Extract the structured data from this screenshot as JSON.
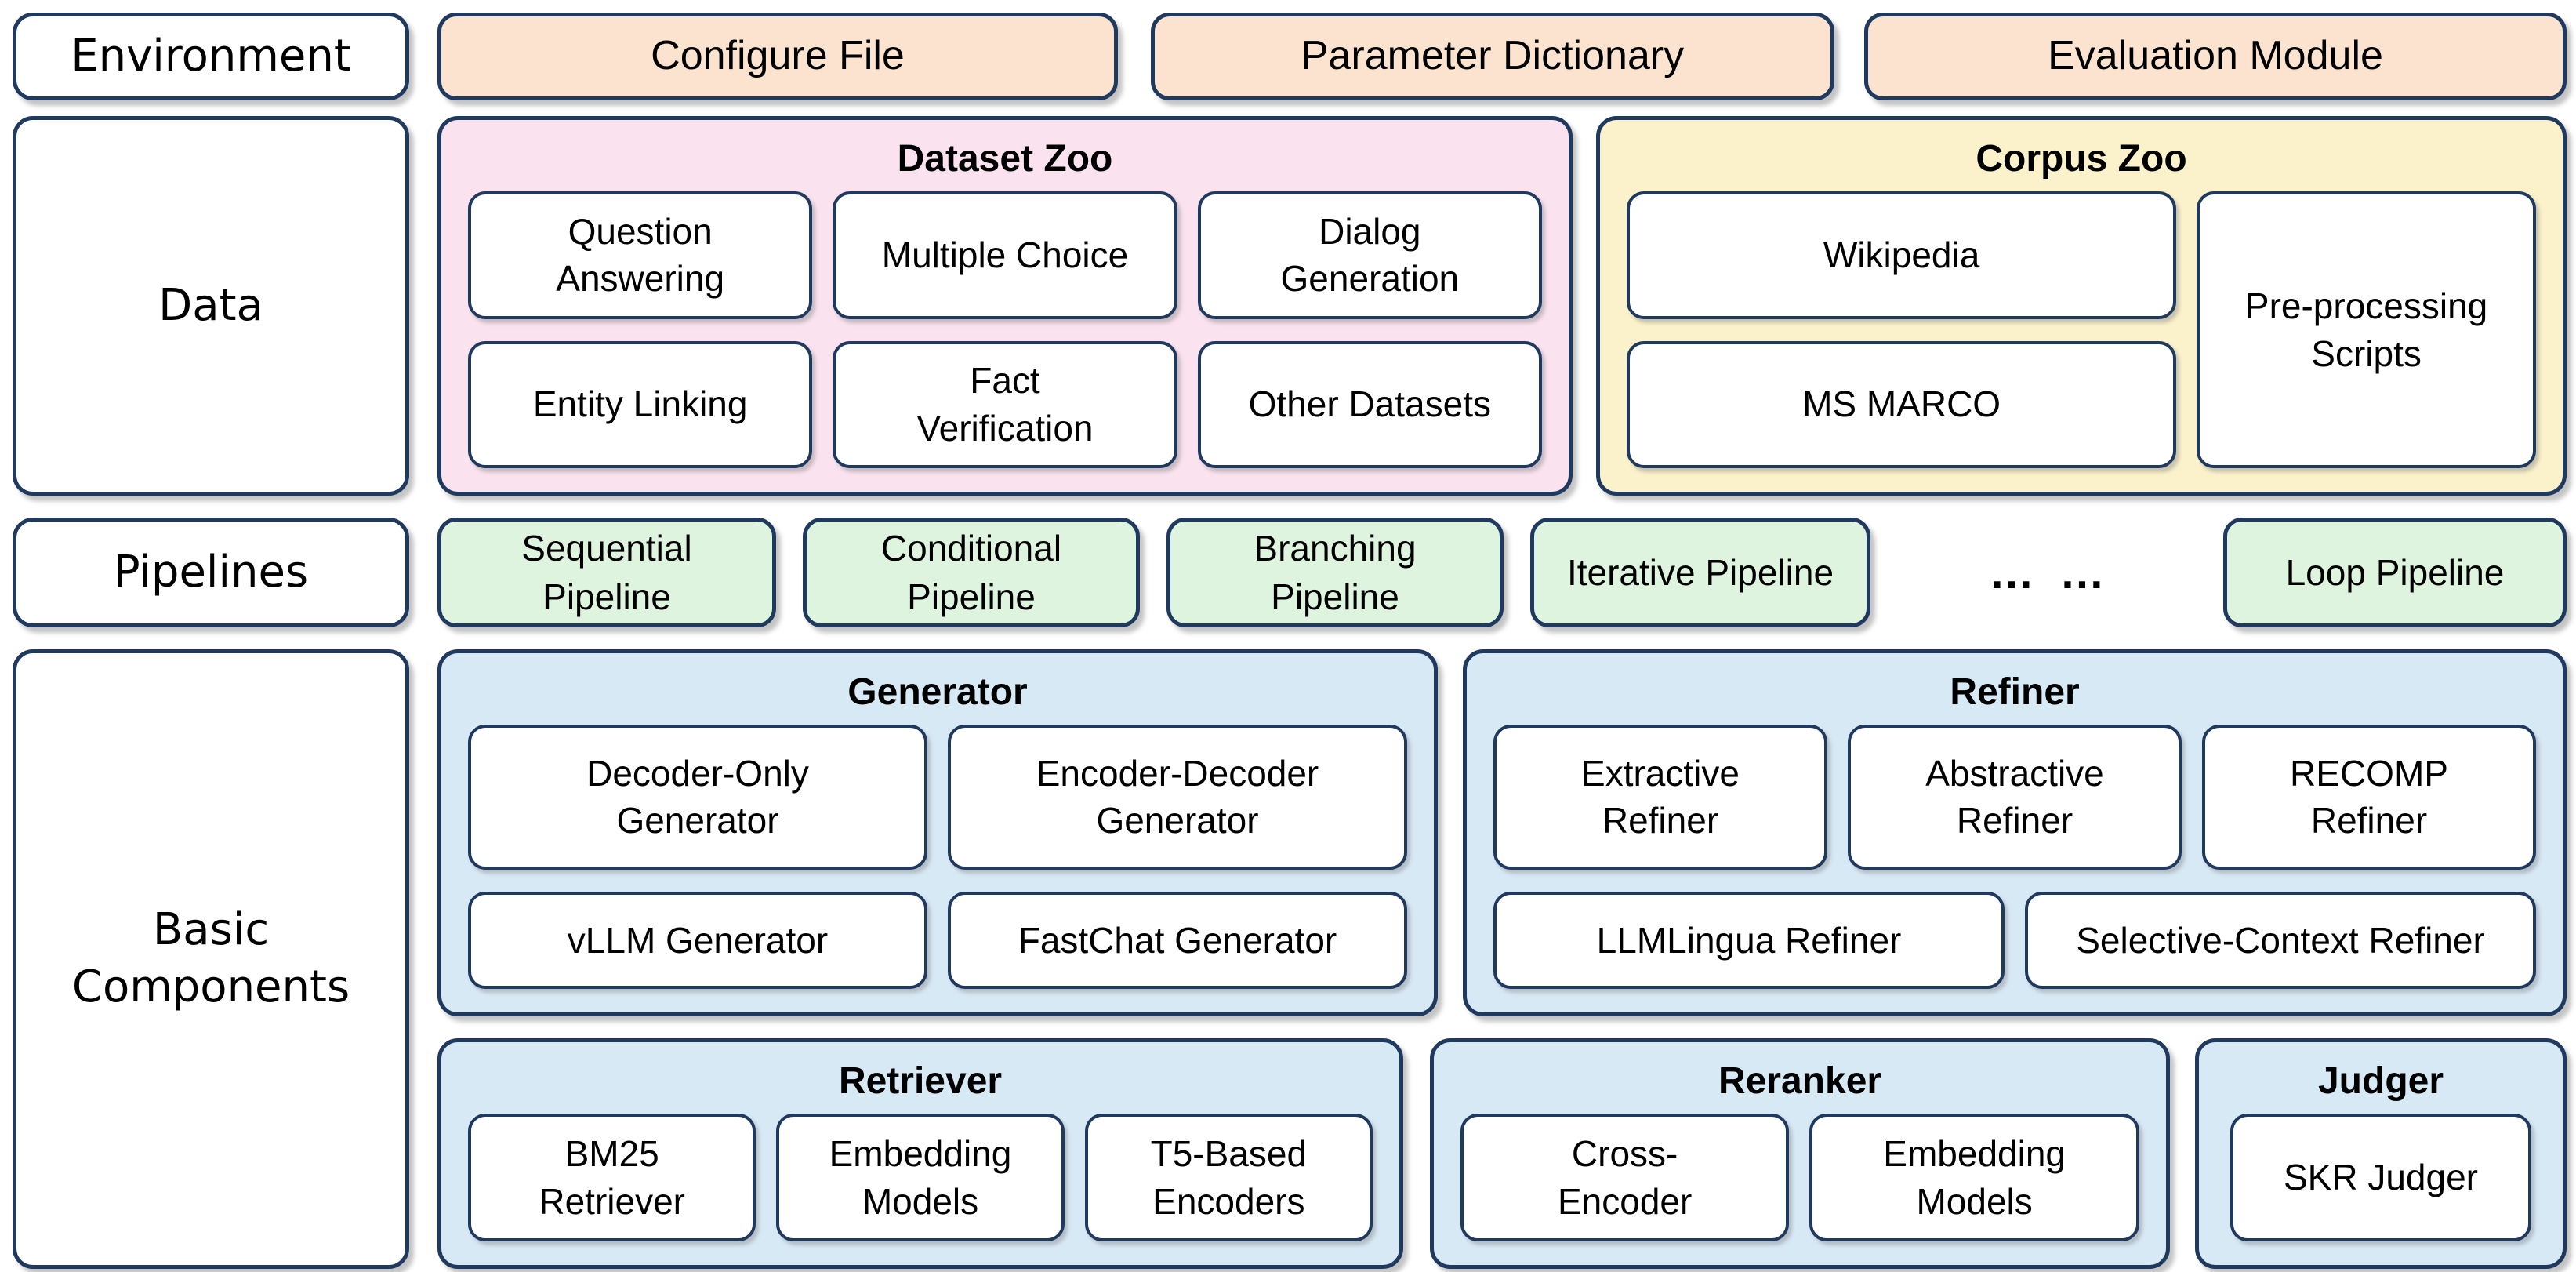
{
  "diagram": {
    "environment_row": {
      "label": "Environment",
      "boxes": [
        "Configure File",
        "Parameter Dictionary",
        "Evaluation Module"
      ]
    },
    "data_row": {
      "label": "Data",
      "dataset_zoo": {
        "title": "Dataset Zoo",
        "boxes": [
          "Question Answering",
          "Multiple Choice",
          "Dialog Generation",
          "Entity Linking",
          "Fact Verification",
          "Other Datasets"
        ]
      },
      "corpus_zoo": {
        "title": "Corpus Zoo",
        "boxes": [
          "Wikipedia",
          "MS MARCO"
        ],
        "side_box": "Pre-processing Scripts"
      }
    },
    "pipelines_row": {
      "label": "Pipelines",
      "boxes": [
        "Sequential Pipeline",
        "Conditional Pipeline",
        "Branching Pipeline",
        "Iterative Pipeline"
      ],
      "ellipsis": "… …",
      "loop_box": "Loop Pipeline"
    },
    "components_row": {
      "label": "Basic Components",
      "generator": {
        "title": "Generator",
        "boxes": [
          "Decoder-Only Generator",
          "Encoder-Decoder Generator",
          "vLLM Generator",
          "FastChat Generator"
        ]
      },
      "refiner": {
        "title": "Refiner",
        "boxes": [
          "Extractive Refiner",
          "Abstractive Refiner",
          "RECOMP Refiner",
          "LLMLingua Refiner",
          "Selective-Context Refiner"
        ]
      },
      "retriever": {
        "title": "Retriever",
        "boxes": [
          "BM25 Retriever",
          "Embedding Models",
          "T5-Based Encoders"
        ]
      },
      "reranker": {
        "title": "Reranker",
        "boxes": [
          "Cross-Encoder",
          "Embedding Models"
        ]
      },
      "judger": {
        "title": "Judger",
        "boxes": [
          "SKR Judger"
        ]
      }
    }
  },
  "colors": {
    "border_navy": "#20395E",
    "peach": "#FBE3CF",
    "pink": "#FAE2EE",
    "yellow": "#FBF2CB",
    "green": "#DFF4DE",
    "blue": "#D8E9F6",
    "background": "#FFFFFF"
  }
}
